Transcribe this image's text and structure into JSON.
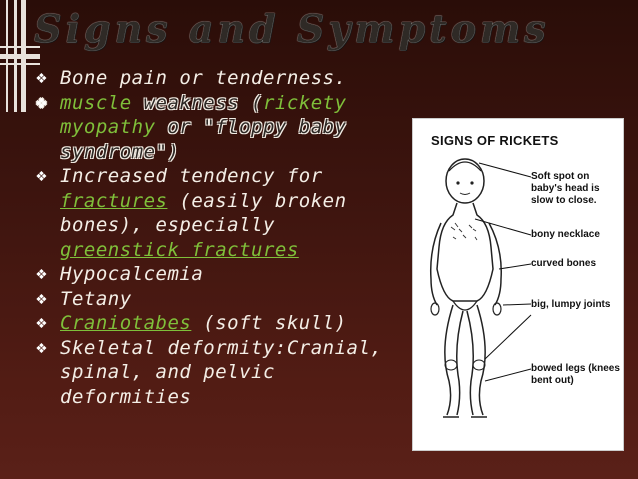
{
  "slide": {
    "title": "Signs and Symptoms",
    "bullets": [
      {
        "id": "b1",
        "segments": [
          {
            "text": "Bone pain or tenderness."
          }
        ]
      },
      {
        "id": "b2",
        "outlined": true,
        "segments": [
          {
            "text": "muscle",
            "link": true
          },
          {
            "text": " weakness ("
          },
          {
            "text": "rickety myopathy",
            "link": true
          },
          {
            "text": " or \"floppy baby syndrome\")"
          }
        ]
      },
      {
        "id": "b3",
        "segments": [
          {
            "text": "Increased tendency for "
          },
          {
            "text": "fractures",
            "link": true
          },
          {
            "text": " (easily broken bones), especially "
          },
          {
            "text": "greenstick fractures",
            "link": true
          }
        ]
      },
      {
        "id": "b4",
        "segments": [
          {
            "text": "Hypocalcemia"
          }
        ]
      },
      {
        "id": "b5",
        "segments": [
          {
            "text": "Tetany"
          }
        ]
      },
      {
        "id": "b6",
        "segments": [
          {
            "text": "Craniotabes",
            "link": true
          },
          {
            "text": " (soft skull)"
          }
        ]
      },
      {
        "id": "b7",
        "segments": [
          {
            "text": "Skeletal deformity:Cranial, spinal, and pelvic deformities"
          }
        ]
      }
    ]
  },
  "figure": {
    "title": "SIGNS OF RICKETS",
    "labels": [
      {
        "id": "soft-spot",
        "text": "Soft spot on baby's head is slow to close."
      },
      {
        "id": "bony-necklace",
        "text": "bony necklace"
      },
      {
        "id": "curved-bones",
        "text": "curved bones"
      },
      {
        "id": "lumpy-joints",
        "text": "big, lumpy joints"
      },
      {
        "id": "bowed-legs",
        "text": "bowed legs (knees bent out)"
      }
    ]
  },
  "icons": {
    "bullet_marker": "diamond-bullet-icon"
  },
  "colors": {
    "link": "#7fbf3a",
    "text": "#f4eee6",
    "background": "#3f150f"
  }
}
